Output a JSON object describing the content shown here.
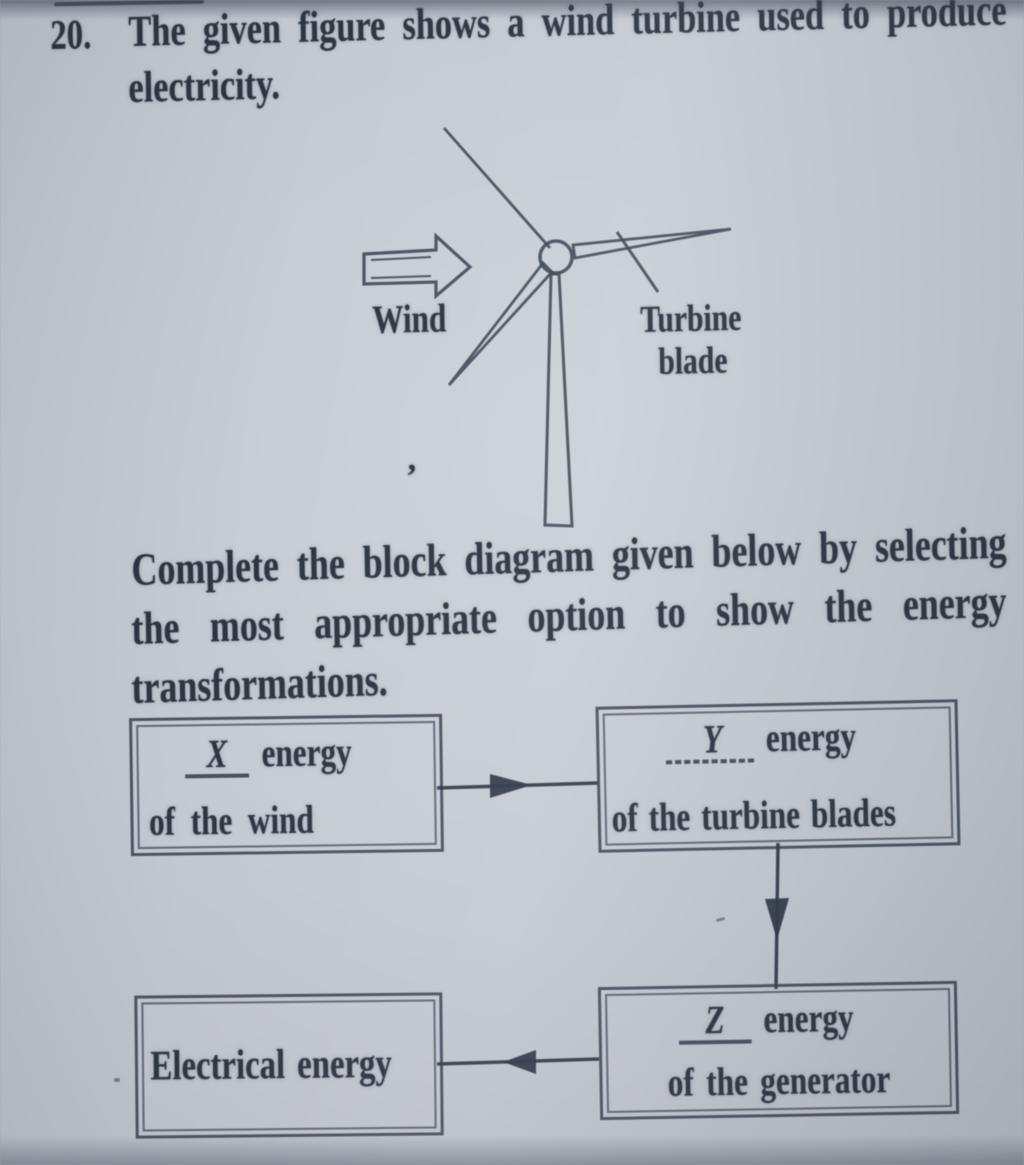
{
  "question": {
    "number": "20.",
    "line1": "The given figure shows a wind turbine used to produce",
    "line2": "electricity."
  },
  "figure": {
    "wind_label": "Wind",
    "blade_label_line1": "Turbine",
    "blade_label_line2": "blade"
  },
  "instruction": {
    "line1": "Complete the block diagram given below by selecting",
    "line2": "the most appropriate option to show the energy",
    "line3": "transformations."
  },
  "diagram": {
    "wind_box": {
      "blank": "X",
      "suffix": "energy",
      "line2": "of the wind"
    },
    "blade_box": {
      "blank": "Y",
      "suffix": "energy",
      "line2": "of the turbine blades"
    },
    "electrical_box": {
      "label": "Electrical energy"
    },
    "generator_box": {
      "blank": "Z",
      "suffix": "energy",
      "line2": "of the generator"
    }
  },
  "colors": {
    "paper": "#c5cad2",
    "ink": "#2d3543"
  }
}
